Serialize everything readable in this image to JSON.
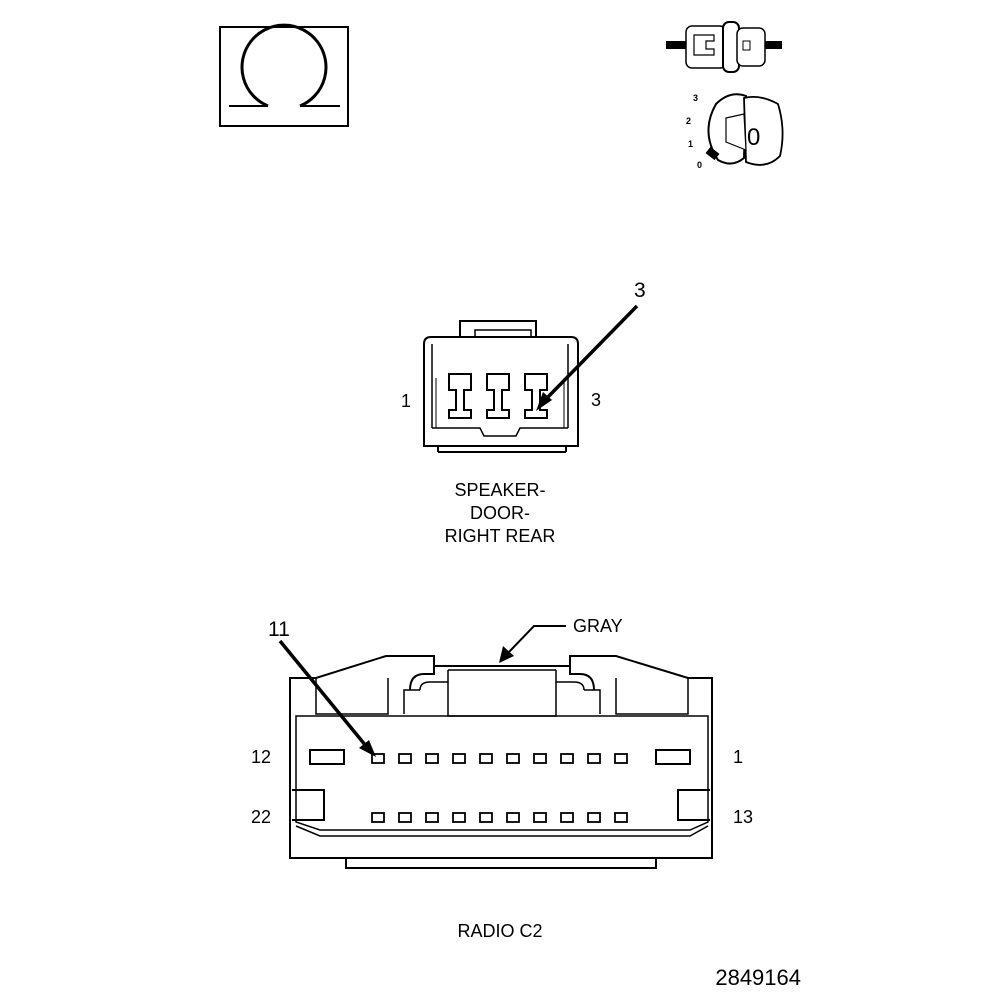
{
  "icons": {
    "ohm": "ohm-symbol-icon",
    "switch": "switch-plug-icon",
    "ignition": "ignition-key-icon"
  },
  "ignition_positions": [
    "3",
    "2",
    "1",
    "0"
  ],
  "ignition_key_label": "0",
  "speaker_connector": {
    "callout": "3",
    "pin_left": "1",
    "pin_right": "3",
    "title_lines": [
      "SPEAKER-",
      "DOOR-",
      "RIGHT REAR"
    ]
  },
  "radio_connector": {
    "callout": "11",
    "color_label": "GRAY",
    "pin_top_left": "12",
    "pin_top_right": "1",
    "pin_bottom_left": "22",
    "pin_bottom_right": "13",
    "title": "RADIO C2"
  },
  "figure_number": "2849164"
}
